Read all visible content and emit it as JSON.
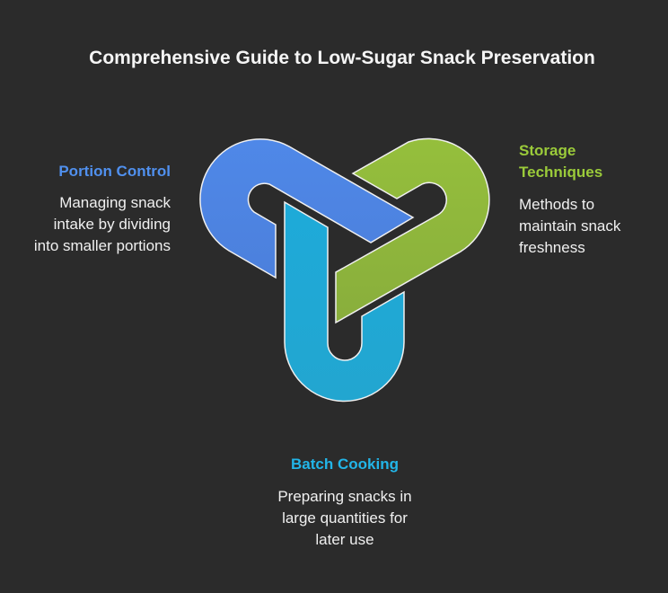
{
  "title": "Comprehensive Guide to Low-Sugar Snack Preservation",
  "items": [
    {
      "heading": "Portion Control",
      "description": "Managing snack intake by dividing into smaller portions",
      "color": "#5090ee"
    },
    {
      "heading": "Storage Techniques",
      "description": "Methods to maintain snack freshness",
      "color": "#9bcb3a"
    },
    {
      "heading": "Batch Cooking",
      "description": "Preparing snacks in large quantities for later use",
      "color": "#22b5e8"
    }
  ],
  "shape_colors": {
    "blue": "#4f86e6",
    "green": "#90b83c",
    "cyan": "#20a8d6"
  }
}
